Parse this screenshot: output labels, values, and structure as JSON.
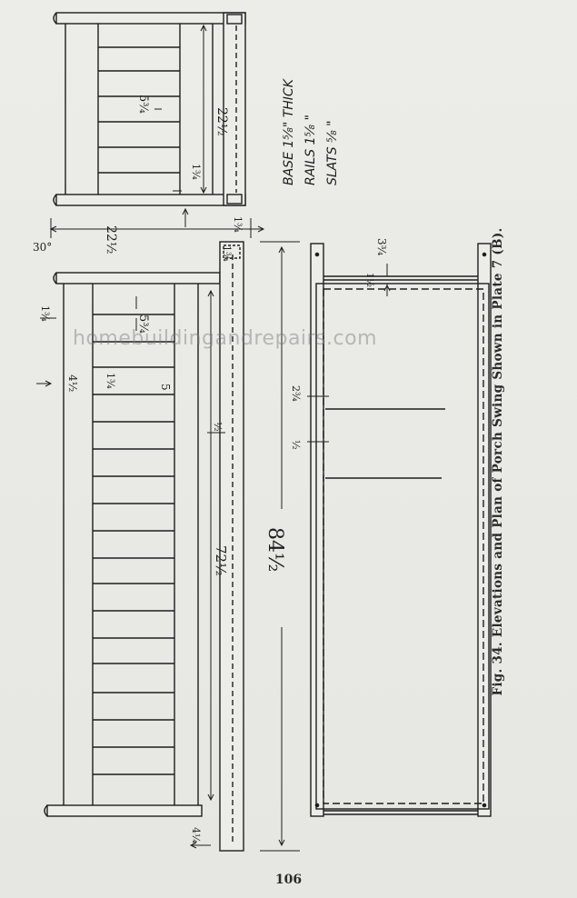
{
  "caption": "Fig. 34.  Elevations and Plan of Porch Swing Shown in Plate 7 (B).",
  "page_number": "106",
  "watermark": "homebuildingandrepairs.com",
  "notes": {
    "base": "BASE 1⁵⁄₈\" THICK",
    "rails": "RAILS 1⁵⁄₈ \"",
    "slats": "SLATS ⁵⁄₈ \""
  },
  "dimensions": {
    "end_height": "22½",
    "end_slat": "5¾",
    "end_rail": "1¾",
    "end_depth": "22½",
    "end_base": "1¾",
    "angle": "30°",
    "front_post": "1¾",
    "front_top": "1¾",
    "back_height": "4½",
    "slat_width": "5¾",
    "slat_space": "1¾",
    "center": "5",
    "back_length": "72½",
    "seat_offset": "½",
    "front_bottom": "4¼",
    "overall_length": "84½",
    "plan_rail": "3¾",
    "plan_a": "2¾",
    "plan_b": "½",
    "plan_c": "1½"
  }
}
